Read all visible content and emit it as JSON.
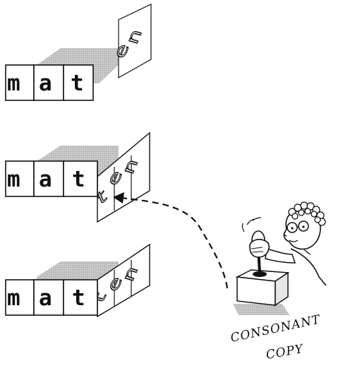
{
  "rows": [
    {
      "front_letters": [
        "m",
        "a",
        "t"
      ],
      "side_letters": [
        "e",
        "n"
      ]
    },
    {
      "front_letters": [
        "m",
        "a",
        "t"
      ],
      "side_letters": [
        "t",
        "e",
        "n"
      ]
    },
    {
      "front_letters": [
        "m",
        "a",
        "t"
      ],
      "side_letters": [
        "t",
        "e",
        "n"
      ]
    }
  ],
  "caption": {
    "line1": "CONSONANT",
    "line2": "COPY"
  },
  "colors": {
    "ink": "#111111",
    "shadow": "#bdbdbd",
    "tile": "#ffffff"
  },
  "icons": {
    "operator": "cartoon-person-with-joystick"
  }
}
